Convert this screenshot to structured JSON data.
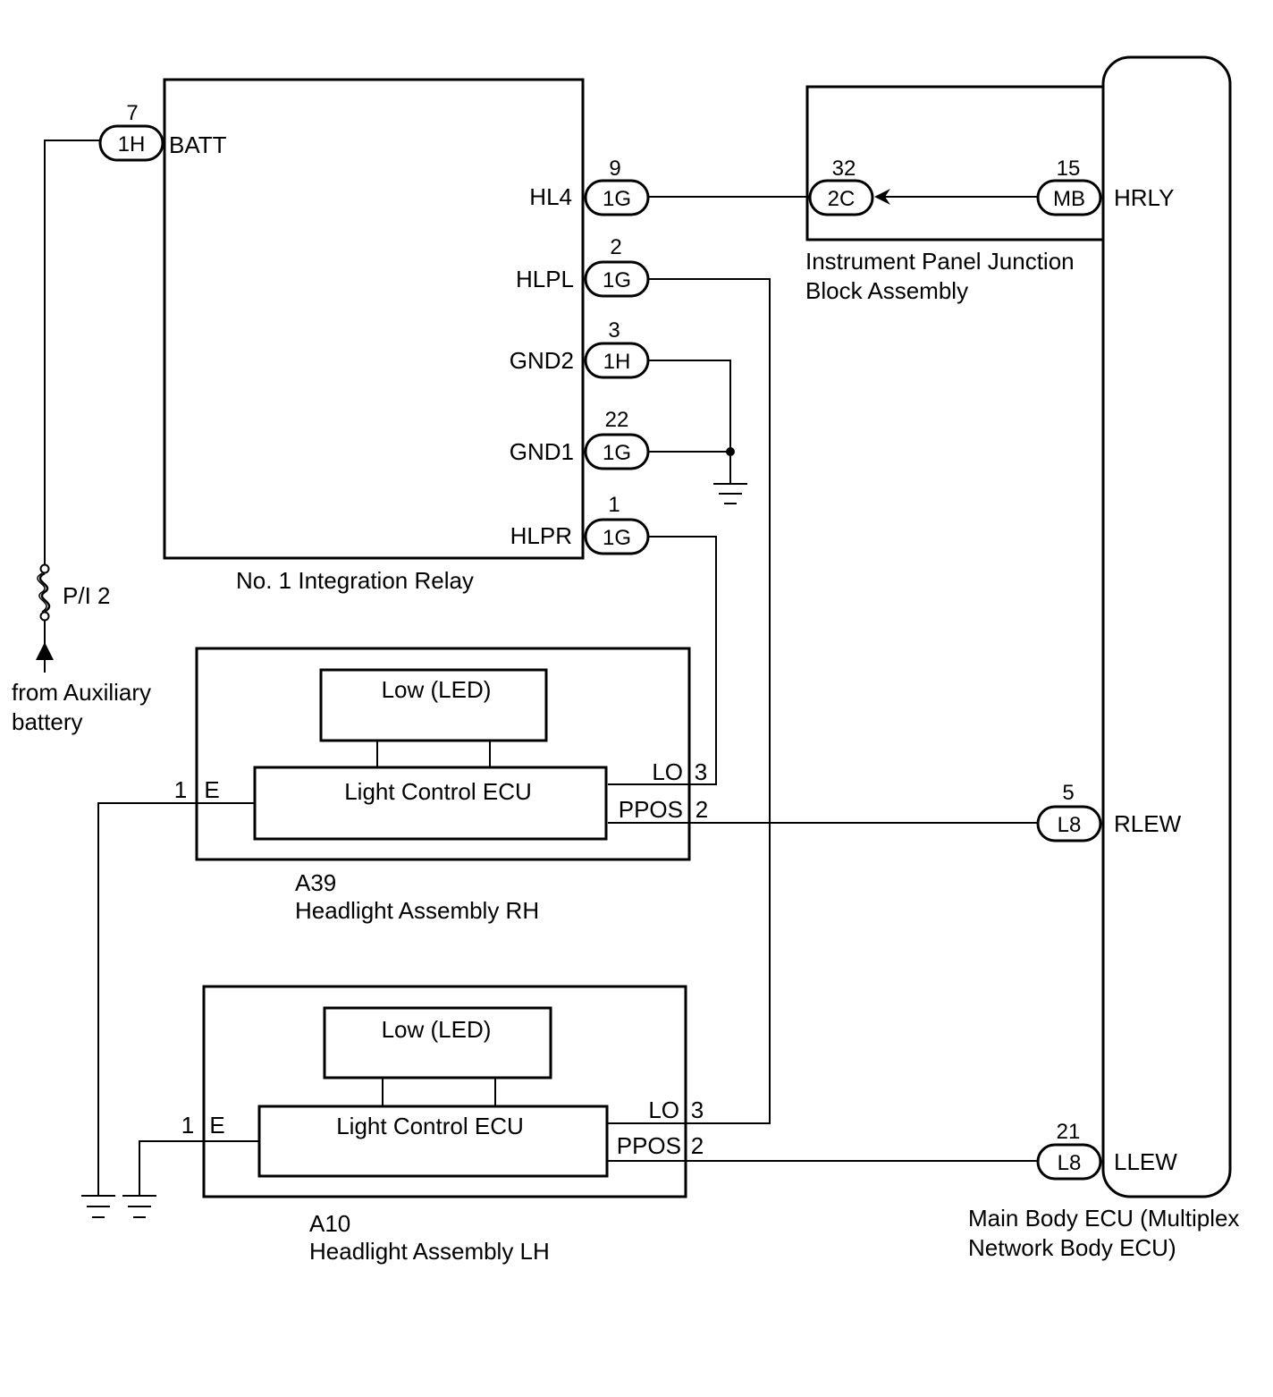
{
  "relay": {
    "title": "No. 1 Integration Relay",
    "pins": {
      "batt": {
        "label": "BATT",
        "pin": "7",
        "connector": "1H"
      },
      "hl4": {
        "label": "HL4",
        "pin": "9",
        "connector": "1G"
      },
      "hlpl": {
        "label": "HLPL",
        "pin": "2",
        "connector": "1G"
      },
      "gnd2": {
        "label": "GND2",
        "pin": "3",
        "connector": "1H"
      },
      "gnd1": {
        "label": "GND1",
        "pin": "22",
        "connector": "1G"
      },
      "hlpr": {
        "label": "HLPR",
        "pin": "1",
        "connector": "1G"
      }
    }
  },
  "junction_block": {
    "title_line1": "Instrument Panel Junction",
    "title_line2": "Block Assembly",
    "in": {
      "pin": "32",
      "connector": "2C"
    },
    "out": {
      "pin": "15",
      "connector": "MB"
    }
  },
  "main_ecu": {
    "title_line1": "Main Body ECU (Multiplex",
    "title_line2": "Network Body ECU)",
    "hrly": {
      "label": "HRLY"
    },
    "rlew": {
      "label": "RLEW",
      "pin": "5",
      "connector": "L8"
    },
    "llew": {
      "label": "LLEW",
      "pin": "21",
      "connector": "L8"
    }
  },
  "power": {
    "fuse": "P/I 2",
    "source_line1": "from Auxiliary",
    "source_line2": "battery"
  },
  "headlight_rh": {
    "code": "A39",
    "title": "Headlight Assembly RH",
    "led": "Low (LED)",
    "ecu": "Light Control ECU",
    "e_pin": "1",
    "e_label": "E",
    "lo_label": "LO",
    "lo_pin": "3",
    "ppos_label": "PPOS",
    "ppos_pin": "2"
  },
  "headlight_lh": {
    "code": "A10",
    "title": "Headlight Assembly LH",
    "led": "Low (LED)",
    "ecu": "Light Control ECU",
    "e_pin": "1",
    "e_label": "E",
    "lo_label": "LO",
    "lo_pin": "3",
    "ppos_label": "PPOS",
    "ppos_pin": "2"
  }
}
